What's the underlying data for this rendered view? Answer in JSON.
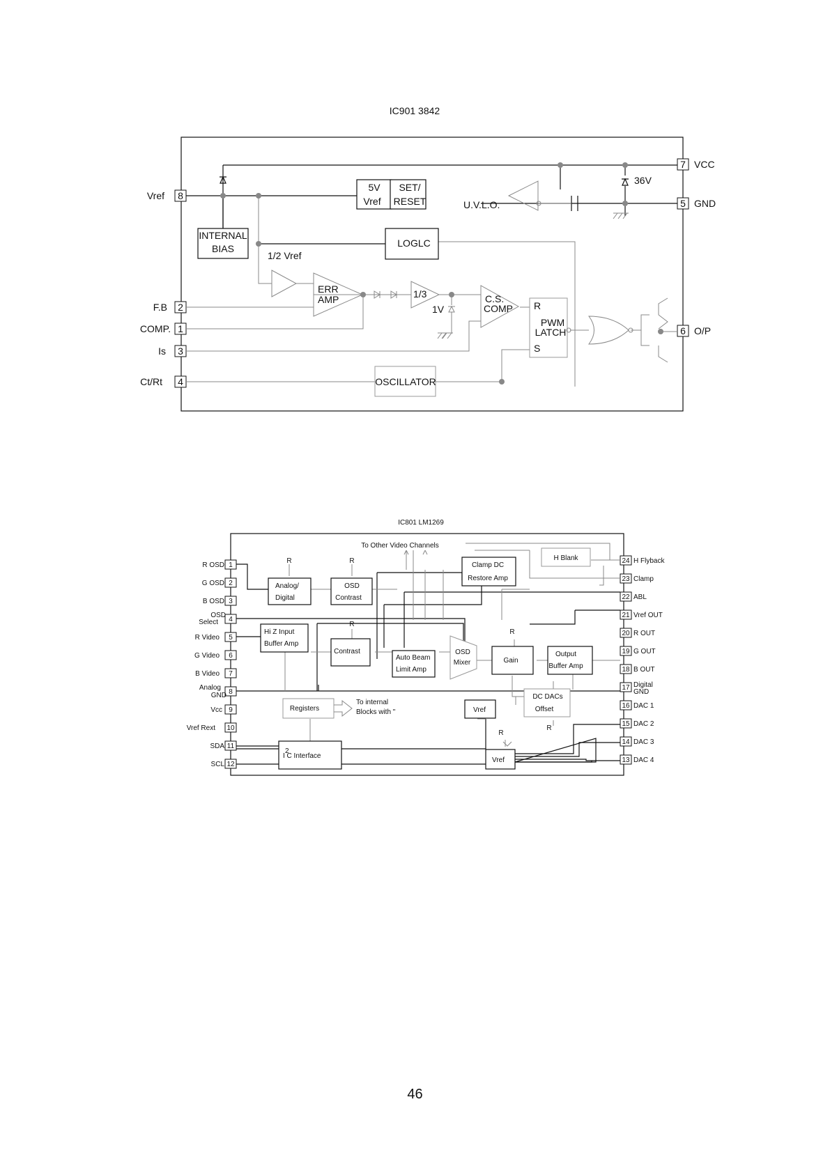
{
  "ic901": {
    "title": "IC901 3842",
    "pins": [
      {
        "num": "8",
        "name": "Vref"
      },
      {
        "num": "2",
        "name": "F.B"
      },
      {
        "num": "1",
        "name": "COMP."
      },
      {
        "num": "3",
        "name": "Is"
      },
      {
        "num": "4",
        "name": "Ct/Rt"
      },
      {
        "num": "7",
        "name": "VCC"
      },
      {
        "num": "5",
        "name": "GND"
      },
      {
        "num": "6",
        "name": "O/P"
      }
    ],
    "blocks": {
      "vref_5v": "5V",
      "vref_label": "Vref",
      "set": "SET/",
      "reset": "RESET",
      "internal": "INTERNAL",
      "bias": "BIAS",
      "logic": "LOGLC",
      "err": "ERR",
      "amp": "AMP",
      "third": "1/3",
      "cs": "C.S.",
      "comp": "COMP",
      "pwm": "PWM",
      "latch": "LATCH",
      "r": "R",
      "s": "S",
      "oscillator": "OSCILLATOR"
    },
    "labels": {
      "half_vref": "1/2 Vref",
      "uvlo": "U.V.L.O.",
      "v36": "36V",
      "v1": "1V"
    }
  },
  "ic801": {
    "title": "IC801 LM1269",
    "left_pins": [
      {
        "num": "1",
        "name": "R OSD"
      },
      {
        "num": "2",
        "name": "G OSD"
      },
      {
        "num": "3",
        "name": "B OSD"
      },
      {
        "num": "4",
        "name": "OSD",
        "name2": "Select"
      },
      {
        "num": "5",
        "name": "R Video"
      },
      {
        "num": "6",
        "name": "G Video"
      },
      {
        "num": "7",
        "name": "B Video"
      },
      {
        "num": "8",
        "name": "Analog",
        "name2": "GND"
      },
      {
        "num": "9",
        "name": "Vcc"
      },
      {
        "num": "10",
        "name": "Vref Rext"
      },
      {
        "num": "11",
        "name": "SDA"
      },
      {
        "num": "12",
        "name": "SCL"
      }
    ],
    "right_pins": [
      {
        "num": "24",
        "name": "H Flyback"
      },
      {
        "num": "23",
        "name": "Clamp"
      },
      {
        "num": "22",
        "name": "ABL"
      },
      {
        "num": "21",
        "name": "Vref OUT"
      },
      {
        "num": "20",
        "name": "R OUT"
      },
      {
        "num": "19",
        "name": "G OUT"
      },
      {
        "num": "18",
        "name": "B OUT"
      },
      {
        "num": "17",
        "name": "Digital",
        "name2": "GND"
      },
      {
        "num": "16",
        "name": "DAC 1"
      },
      {
        "num": "15",
        "name": "DAC 2"
      },
      {
        "num": "14",
        "name": "DAC 3"
      },
      {
        "num": "13",
        "name": "DAC 4"
      }
    ],
    "blocks": {
      "analog1": "Analog/",
      "analog2": "Digital",
      "osd_contrast1": "OSD",
      "osd_contrast2": "Contrast",
      "clamp1": "Clamp DC",
      "clamp2": "Restore Amp",
      "hblank": "H Blank",
      "hiz1": "Hi Z Input",
      "hiz2": "Buffer Amp",
      "contrast": "Contrast",
      "abl1": "Auto Beam",
      "abl2": "Limit Amp",
      "mixer1": "OSD",
      "mixer2": "Mixer",
      "gain": "Gain",
      "outbuf1": "Output",
      "outbuf2": "Buffer Amp",
      "dcdac1": "DC DACs",
      "dcdac2": "Offset",
      "registers": "Registers",
      "vref_a": "Vref",
      "vref_b": "Vref",
      "i2c_sup": "2",
      "i2c": "I C Interface"
    },
    "labels": {
      "to_other": "To Other Video Channels",
      "to_internal1": "To internal",
      "to_internal2": "Blocks with \"",
      "r": "R"
    }
  },
  "page_number": "46"
}
